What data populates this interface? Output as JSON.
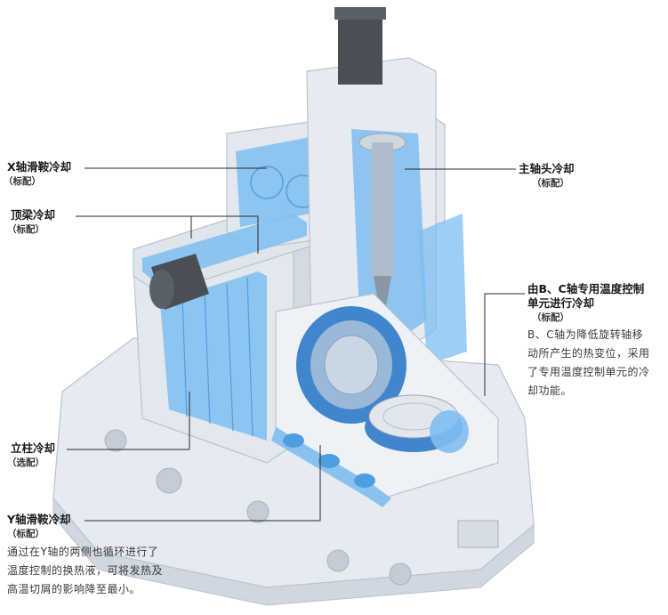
{
  "labels": {
    "x_saddle": {
      "title": "X轴滑鞍冷却",
      "sub": "（标配）"
    },
    "crossbeam": {
      "title": "顶梁冷却",
      "sub": "（标配）"
    },
    "column": {
      "title": "立柱冷却",
      "sub": "（选配）"
    },
    "y_saddle": {
      "title": "Y轴滑鞍冷却",
      "sub": "（标配）",
      "desc": [
        "通过在Y轴的两侧也循环进行了",
        "温度控制的换热液，可将发热及",
        "高温切屑的影响降至最小。"
      ]
    },
    "spindle": {
      "title": "主轴头冷却",
      "sub": "（标配）"
    },
    "bc_axis": {
      "title_lines": [
        "由B、C轴专用温度控制",
        "单元进行冷却"
      ],
      "sub": "（标配）",
      "desc": [
        "B、C轴为降低旋转轴移",
        "动所产生的热变位，采用",
        "了专用温度控制单元的冷",
        "却功能。"
      ]
    }
  },
  "colors": {
    "machine_body": "#dfe5ec",
    "machine_edge": "#b9c3ce",
    "cooling_blue": "#7fbdf0",
    "cooling_blue_dark": "#4f9ee0",
    "motor_dark": "#4a4f55",
    "table_blue": "#3f86cc",
    "leader_line": "#2a2a2a"
  }
}
